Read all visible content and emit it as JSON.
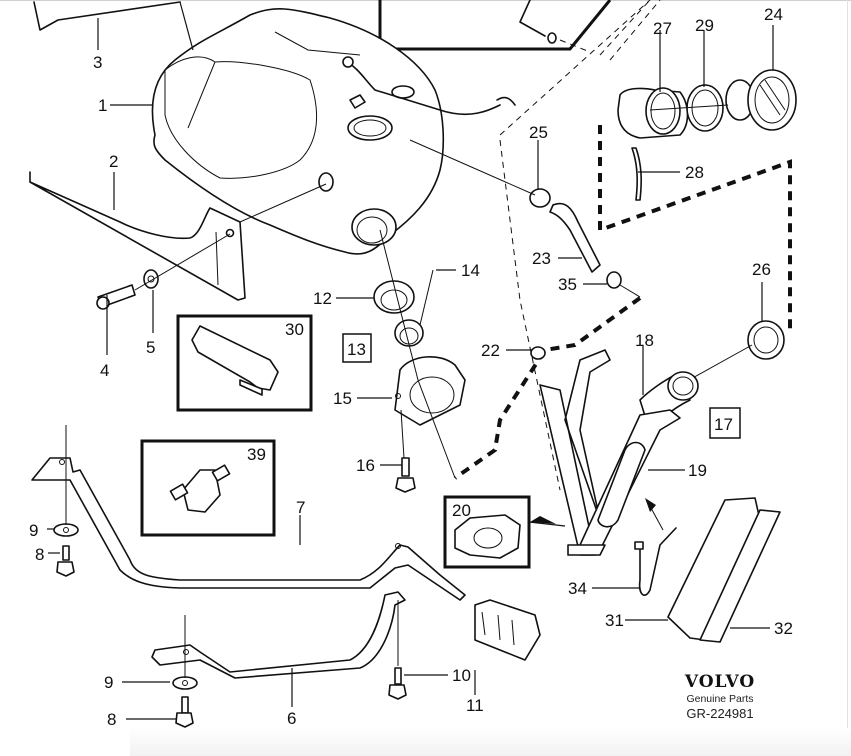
{
  "diagram": {
    "title": "Fuel tank and fuel filler assembly",
    "brand": "VOLVO",
    "brand_subtitle": "Genuine Parts",
    "diagram_code": "GR-224981",
    "callouts": {
      "c1": "1",
      "c2": "2",
      "c3": "3",
      "c4": "4",
      "c5": "5",
      "c6": "6",
      "c7": "7",
      "c8a": "8",
      "c8b": "8",
      "c9a": "9",
      "c9b": "9",
      "c10": "10",
      "c11": "11",
      "c12": "12",
      "c14": "14",
      "c15": "15",
      "c16": "16",
      "c18": "18",
      "c19": "19",
      "c22": "22",
      "c23": "23",
      "c24": "24",
      "c25": "25",
      "c26": "26",
      "c27": "27",
      "c28": "28",
      "c29": "29",
      "c31": "31",
      "c32": "32",
      "c34": "34",
      "c35": "35"
    },
    "boxed_callouts": {
      "b13": "13",
      "b17": "17"
    },
    "inset_boxes": {
      "i20": "20",
      "i30": "30",
      "i39": "39"
    }
  }
}
